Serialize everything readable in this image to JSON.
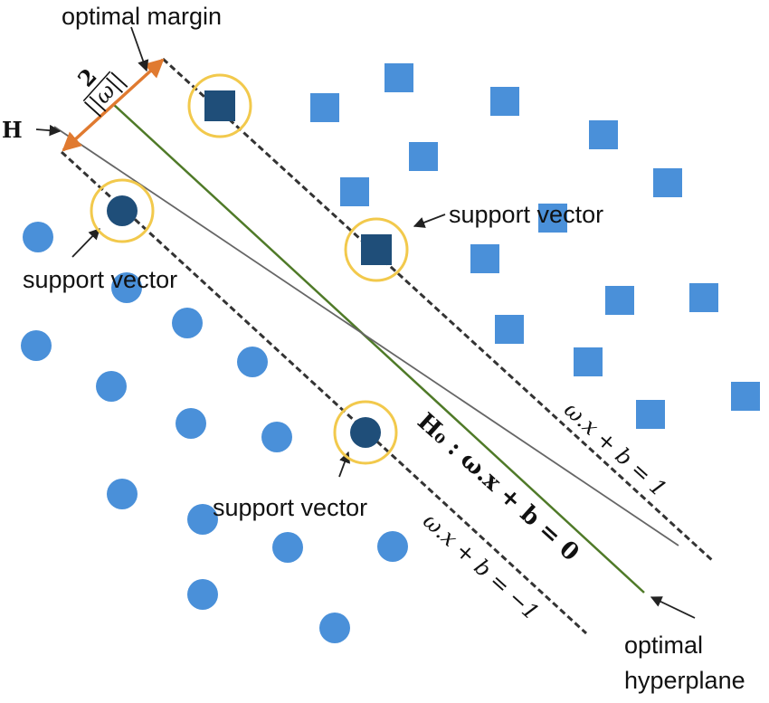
{
  "labels": {
    "optimal_margin": "optimal margin",
    "support_vector": "support vector",
    "optimal_hyperplane_line1": "optimal",
    "optimal_hyperplane_line2": "hyperplane",
    "h_label": "H",
    "margin_numerator": "2",
    "margin_denominator": "||ω||"
  },
  "equations": {
    "upper_margin": "ω.x + b = 1",
    "hyperplane": "H₀ : ω.x + b = 0",
    "lower_margin": "ω.x + b = −1"
  },
  "colors": {
    "point_fill": "#4a90d9",
    "support_vector_fill": "#1f4e79",
    "highlight_ring": "#f2c94c",
    "hyperplane_line": "#4f7a28",
    "margin_line": "#333333",
    "h_line": "#666666",
    "margin_arrow": "#e07a30"
  },
  "icons": {
    "square_point": "square-marker",
    "circle_point": "circle-marker"
  }
}
